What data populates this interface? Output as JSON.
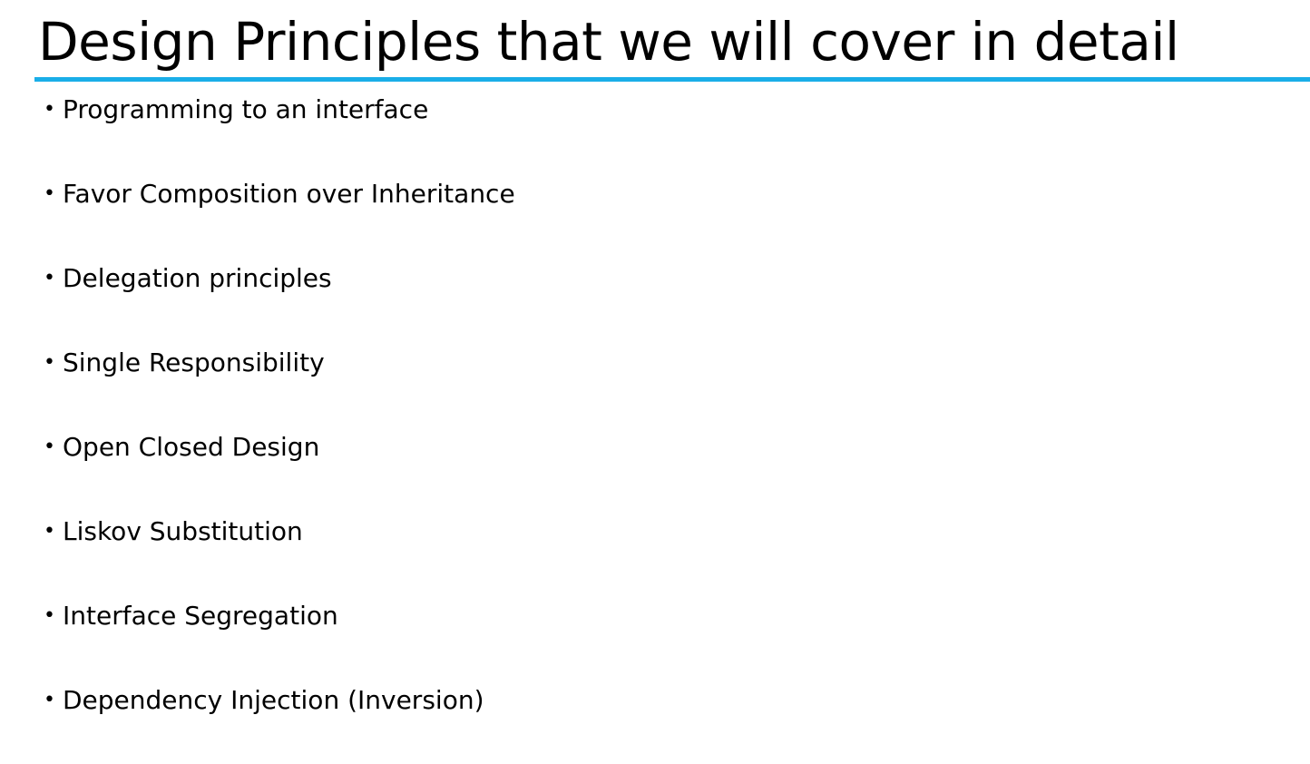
{
  "slide": {
    "title": "Design Principles that we will cover in detail",
    "accent_color": "#1aaee8",
    "bullet_glyph": "•",
    "bullets": [
      "Programming to an interface",
      "Favor Composition over Inheritance",
      "Delegation principles",
      "Single Responsibility",
      "Open Closed Design",
      "Liskov Substitution",
      "Interface Segregation",
      "Dependency Injection (Inversion)"
    ]
  }
}
